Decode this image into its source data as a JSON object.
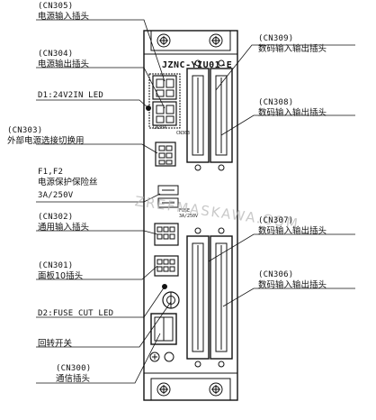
{
  "module": {
    "model": "JZNC-YIU01-E"
  },
  "watermark": "ZREFMASKAWA.COM",
  "labels": {
    "cn305": {
      "code": "(CN305)",
      "desc": "电源输入插头"
    },
    "cn304": {
      "code": "(CN304)",
      "desc": "电源输出插头"
    },
    "d1": {
      "text": "D1:24V2IN LED"
    },
    "cn303": {
      "code": "(CN303)",
      "desc": "外部电源选接切换用"
    },
    "fuse": {
      "line1": "F1,F2",
      "line2": "电源保护保险丝",
      "line3": "3A/250V"
    },
    "cn302": {
      "code": "(CN302)",
      "desc": "通用输入插头"
    },
    "cn301": {
      "code": "(CN301)",
      "desc": "面板10插头"
    },
    "d2": {
      "text": "D2:FUSE CUT LED"
    },
    "rotary": {
      "desc": "回转开关"
    },
    "cn300": {
      "code": "(CN300)",
      "desc": "通信插头"
    },
    "cn309": {
      "code": "(CN309)",
      "desc": "数码输入输出插头"
    },
    "cn308": {
      "code": "(CN308)",
      "desc": "数码输入输出插头"
    },
    "cn307": {
      "code": "(CN307)",
      "desc": "数码输入输出插头"
    },
    "cn306": {
      "code": "(CN306)",
      "desc": "数码输入输出插头"
    }
  },
  "board_marks": {
    "cn304": "CN304",
    "cn303": "CN303",
    "fuse": "FUSE 3A/250V"
  }
}
